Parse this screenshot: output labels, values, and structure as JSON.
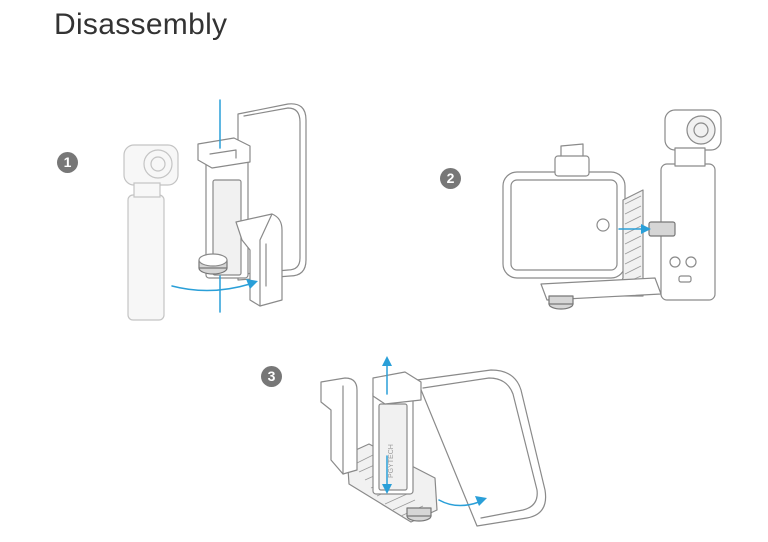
{
  "title": "Disassembly",
  "steps": [
    {
      "number": "1"
    },
    {
      "number": "2"
    },
    {
      "number": "3"
    }
  ],
  "device_brand": "PGYTECH",
  "colors": {
    "arrow": "#2a9fd8",
    "badge": "#777777",
    "title": "#333333"
  }
}
